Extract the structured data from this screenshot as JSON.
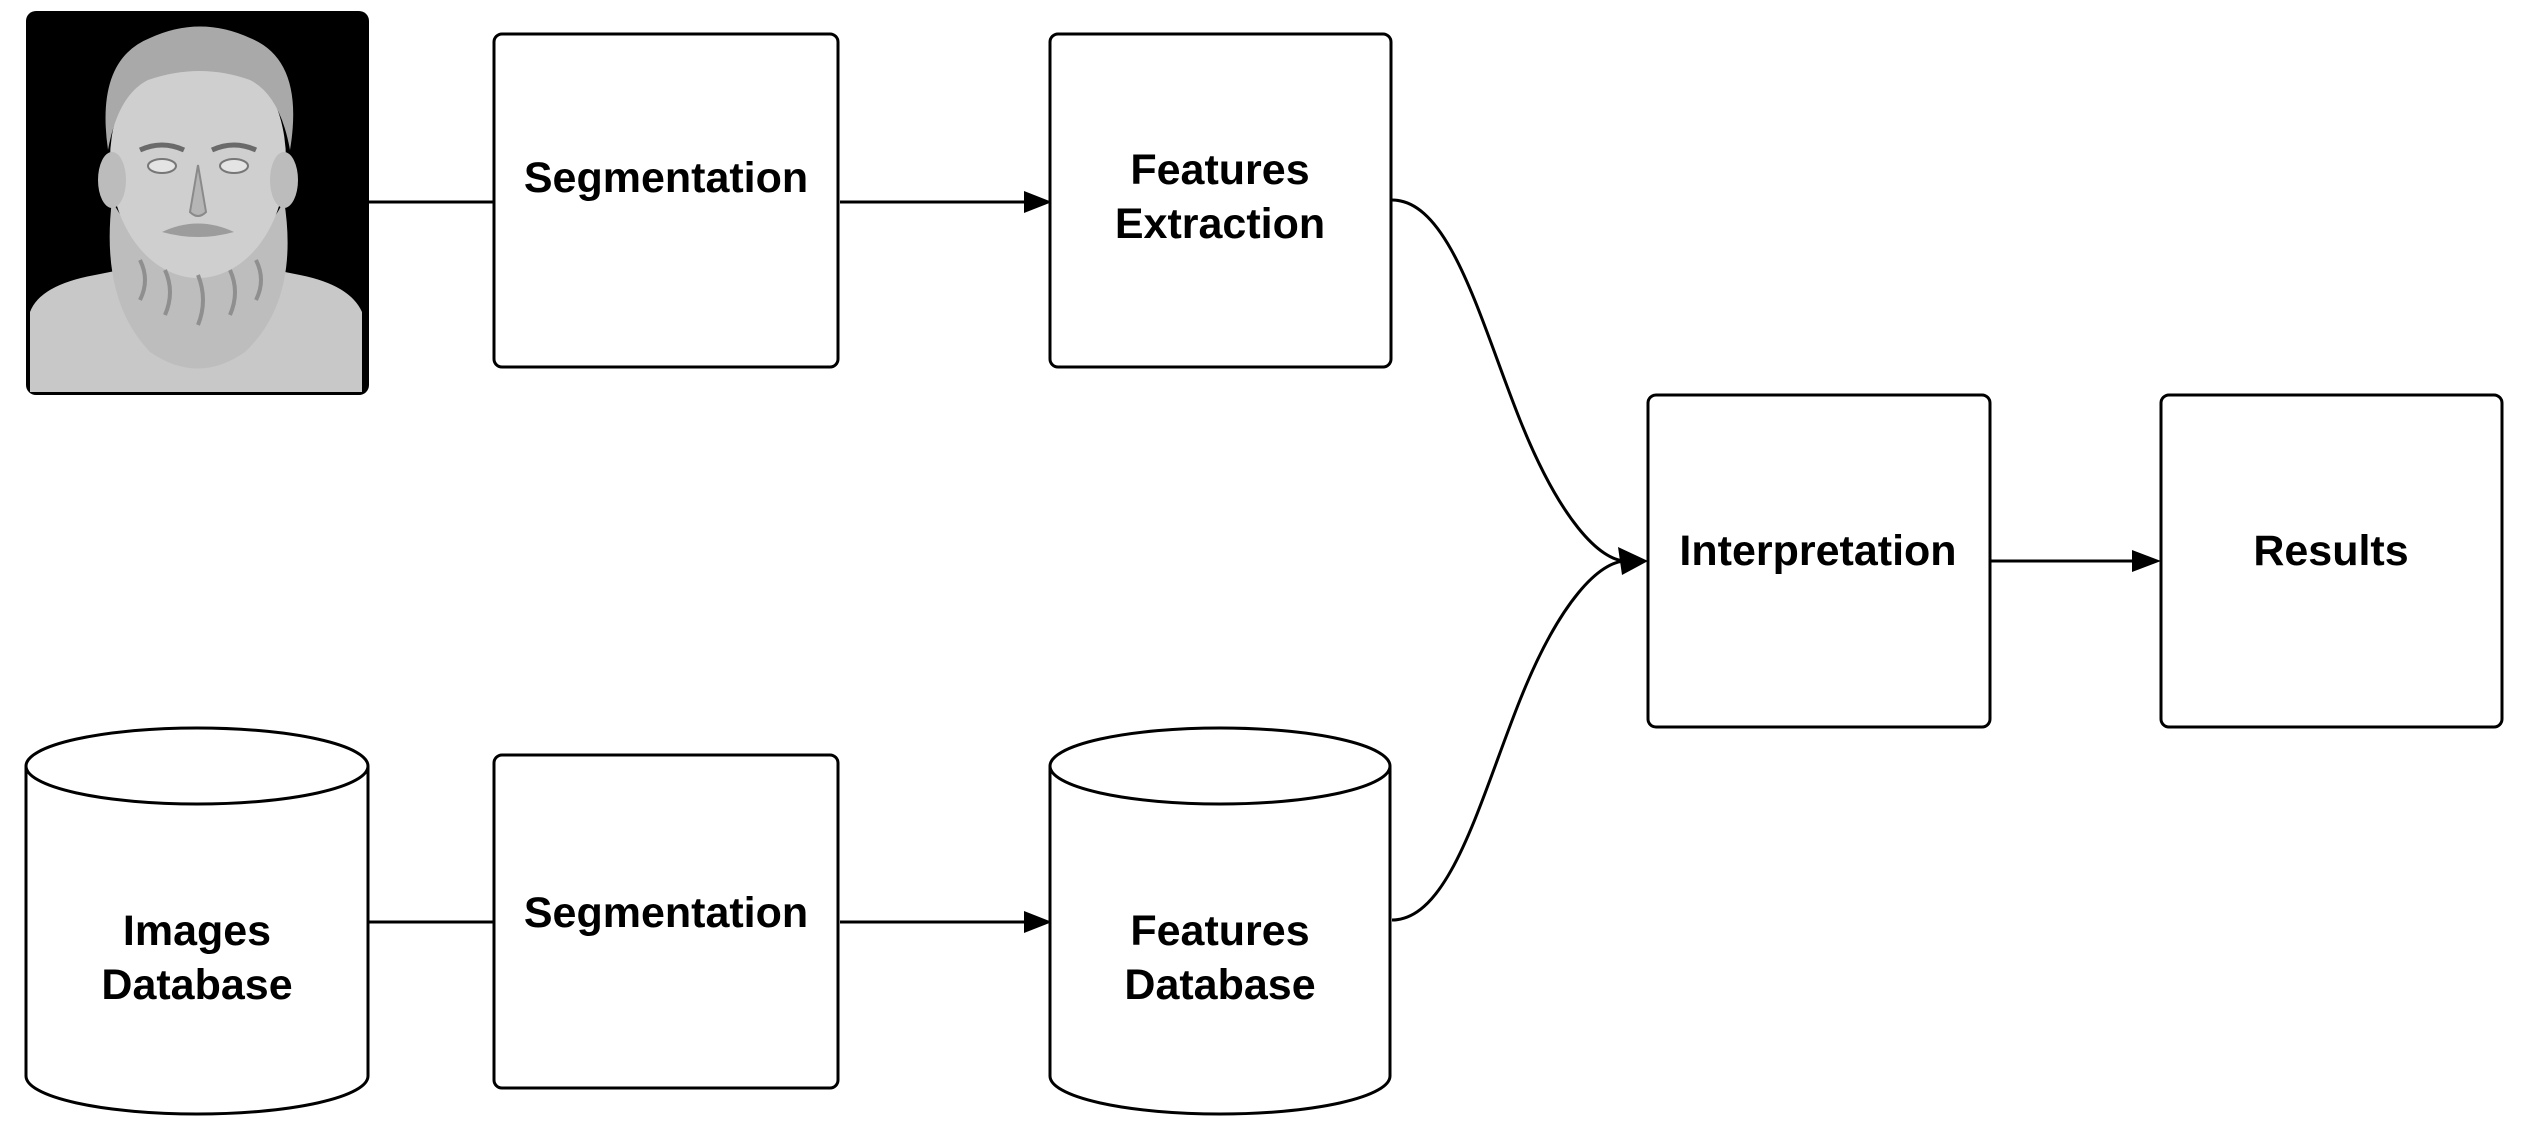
{
  "nodes": {
    "segmentation_top": {
      "lines": [
        "Segmentation"
      ]
    },
    "features_extraction": {
      "lines": [
        "Features",
        "Extraction"
      ]
    },
    "interpretation": {
      "lines": [
        "Interpretation"
      ]
    },
    "results": {
      "lines": [
        "Results"
      ]
    },
    "images_database": {
      "lines": [
        "Images",
        "Database"
      ]
    },
    "segmentation_bottom": {
      "lines": [
        "Segmentation"
      ]
    },
    "features_database": {
      "lines": [
        "Features",
        "Database"
      ]
    }
  },
  "input_image": {
    "icon": "bust-portrait-icon",
    "background": "#000000"
  },
  "colors": {
    "stroke": "#000000",
    "fill": "#ffffff",
    "text": "#000000"
  }
}
